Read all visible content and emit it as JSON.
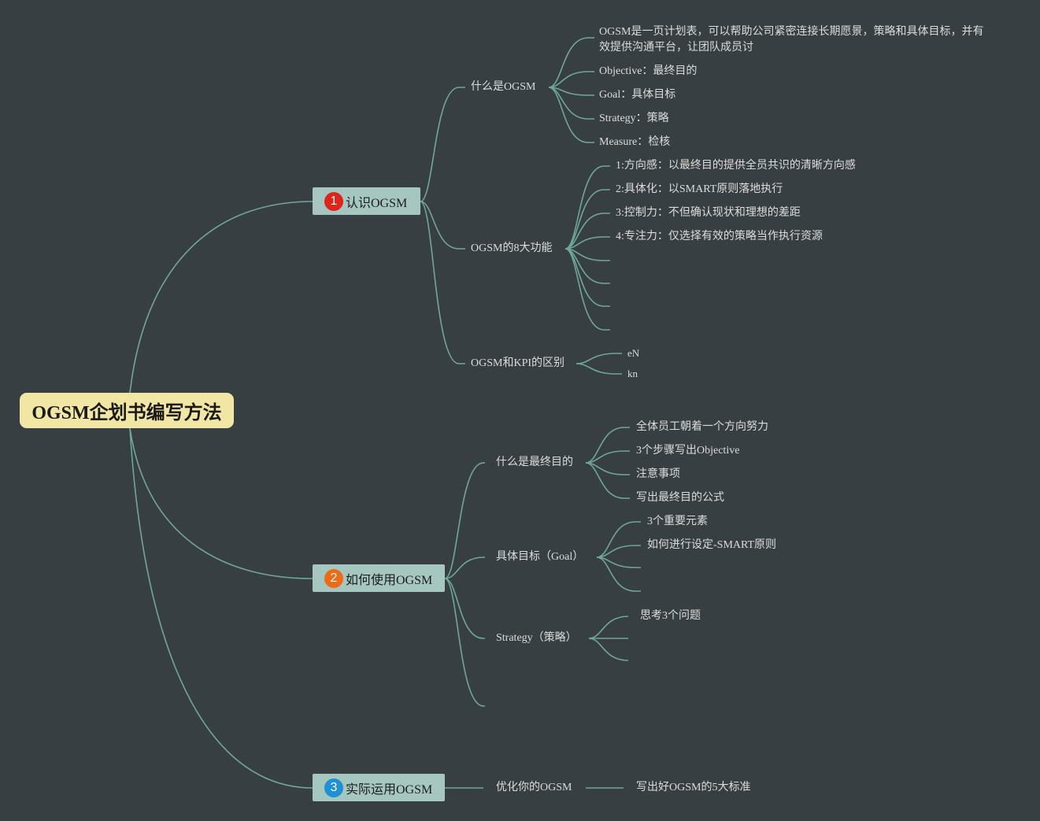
{
  "root": {
    "label": "OGSM企划书编写方法"
  },
  "colors": {
    "background": "#383f42",
    "line": "#6fa799",
    "root_fill": "#f1e6a3",
    "topic_fill": "#a5c7c0",
    "badge_1": "#e0231b",
    "badge_2": "#ee6a16",
    "badge_3": "#1f8fd6"
  },
  "branches": [
    {
      "number": "1",
      "label": "认识OGSM",
      "subs": [
        {
          "label": "什么是OGSM",
          "items": [
            "OGSM是一页计划表，可以帮助公司紧密连接长期愿景，策略和具体目标，并有效提供沟通平台，让团队成员讨",
            "Objective：最终目的",
            "Goal：具体目标",
            "Strategy：策略",
            "Measure：检核"
          ]
        },
        {
          "label": "OGSM的8大功能",
          "items": [
            "1:方向感：以最终目的提供全员共识的清晰方向感",
            "2:具体化：以SMART原则落地执行",
            "3:控制力：不但确认现状和理想的差距",
            "4:专注力：仅选择有效的策略当作执行资源",
            "",
            "",
            "",
            ""
          ]
        },
        {
          "label": "OGSM和KPI的区别",
          "items": [
            "eN",
            "kn"
          ]
        }
      ]
    },
    {
      "number": "2",
      "label": "如何使用OGSM",
      "subs": [
        {
          "label": "什么是最终目的",
          "items": [
            "全体员工朝着一个方向努力",
            "3个步骤写出Objective",
            "注意事项",
            "写出最终目的公式"
          ]
        },
        {
          "label": "具体目标（Goal）",
          "items": [
            "3个重要元素",
            "如何进行设定-SMART原则",
            "",
            ""
          ]
        },
        {
          "label": "Strategy（策略）",
          "items": [
            "思考3个问题",
            "",
            ""
          ]
        },
        {
          "label": "",
          "items": []
        }
      ]
    },
    {
      "number": "3",
      "label": "实际运用OGSM",
      "subs": [
        {
          "label": "优化你的OGSM",
          "items": [
            "写出好OGSM的5大标准"
          ]
        }
      ]
    }
  ]
}
